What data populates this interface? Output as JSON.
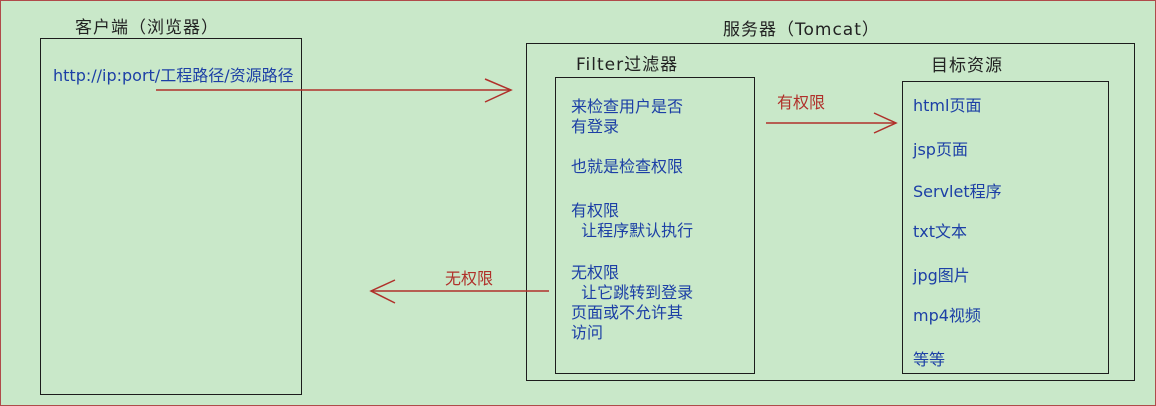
{
  "client": {
    "title": "客户端（浏览器）",
    "url": "http://ip:port/工程路径/资源路径"
  },
  "server": {
    "title": "服务器（Tomcat）",
    "filter": {
      "title": "Filter过滤器",
      "items": [
        "来检查用户是否\n有登录",
        "也就是检查权限",
        "有权限\n  让程序默认执行",
        "无权限\n  让它跳转到登录\n页面或不允许其\n访问"
      ]
    },
    "target": {
      "title": "目标资源",
      "items": [
        "html页面",
        "jsp页面",
        "Servlet程序",
        "txt文本",
        "jpg图片",
        "mp4视频",
        "等等"
      ]
    }
  },
  "arrows": {
    "allowed_label": "有权限",
    "denied_label": "无权限"
  },
  "colors": {
    "background": "#c9e8c9",
    "border": "#b04a4a",
    "arrow": "#b0302a",
    "text_blue": "#1c3fa6"
  }
}
